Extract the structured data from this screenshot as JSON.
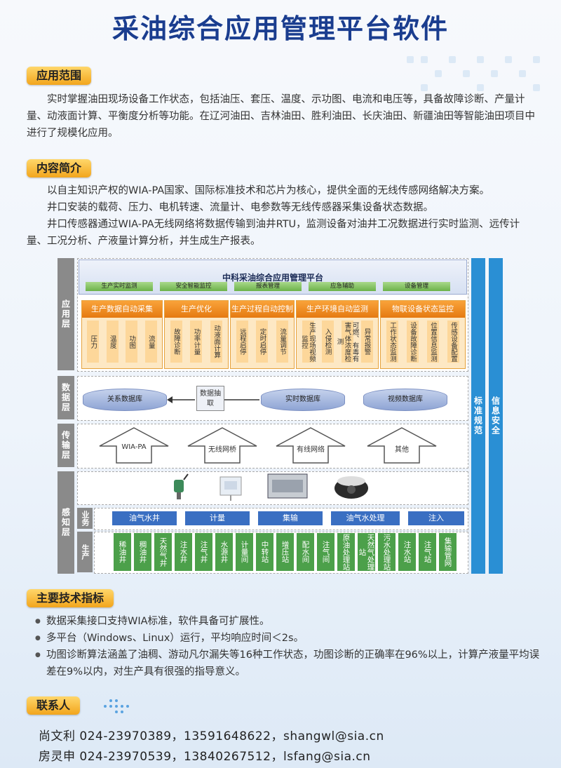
{
  "title": "采油综合应用管理平台软件",
  "sections": {
    "scope": {
      "heading": "应用范围",
      "text": "实时掌握油田现场设备工作状态，包括油压、套压、温度、示功图、电流和电压等，具备故障诊断、产量计量、动液面计算、平衡度分析等功能。在辽河油田、吉林油田、胜利油田、长庆油田、新疆油田等智能油田项目中进行了规模化应用。"
    },
    "intro": {
      "heading": "内容简介",
      "paragraphs": [
        "以自主知识产权的WIA-PA国家、国际标准技术和芯片为核心，提供全面的无线传感网络解决方案。",
        "井口安装的载荷、压力、电机转速、流量计、电参数等无线传感器采集设备状态数据。",
        "井口传感器通过WIA-PA无线网络将数据传输到油井RTU，监测设备对油井工况数据进行实时监测、远传计量、工况分析、产液量计算分析，并生成生产报表。"
      ]
    },
    "tech": {
      "heading": "主要技术指标",
      "items": [
        "数据采集接口支持WIA标准，软件具备可扩展性。",
        "多平台（Windows、Linux）运行，平均响应时间＜2s。",
        "功图诊断算法涵盖了油稠、游动凡尔漏失等16种工作状态，功图诊断的正确率在96%以上，计算产液量平均误差在9%以内，对生产具有很强的指导意义。"
      ]
    },
    "contact": {
      "heading": "联系人",
      "people": [
        "尚文利  024-23970389，13591648622，shangwl@sia.cn",
        "房灵申  024-23970539，13840267512，lsfang@sia.cn"
      ]
    }
  },
  "diagram": {
    "platform_title": "中科采油综合应用管理平台",
    "platform_tabs": [
      "生产实时监测",
      "安全智能监控",
      "报表管理",
      "应急辅助",
      "设备管理"
    ],
    "layers": {
      "app": "应用层",
      "data": "数据层",
      "transport": "传输层",
      "sensing": "感知层",
      "business": "业务",
      "production": "生产"
    },
    "right_bars": [
      "标准规范",
      "信息安全"
    ],
    "app_groups": [
      {
        "title": "生产数据自动采集",
        "items": [
          "压力",
          "温度",
          "功图",
          "流量"
        ]
      },
      {
        "title": "生产优化",
        "items": [
          "故障诊断",
          "功率计量",
          "动液面计算"
        ]
      },
      {
        "title": "生产过程自动控制",
        "items": [
          "远程启停",
          "定时启停",
          "流量调节"
        ]
      },
      {
        "title": "生产环境自动监测",
        "items": [
          "生产现场视频监控",
          "入侵检测",
          "可燃、有毒有害气体浓度检测",
          "异常报警"
        ]
      },
      {
        "title": "物联设备状态监控",
        "items": [
          "工作状态监测",
          "设备故障诊断",
          "位置信息监测",
          "传感设备配置"
        ]
      }
    ],
    "databases": {
      "relational": "关系数据库",
      "extract": "数据抽取",
      "realtime": "实时数据库",
      "video": "视频数据库"
    },
    "transport_items": [
      "WIA-PA",
      "无线网桥",
      "有线网络",
      "其他"
    ],
    "business_items": [
      "油气水井",
      "计量",
      "集输",
      "油气水处理",
      "注入"
    ],
    "production_items": [
      "稀油井",
      "稠油井",
      "天然气井",
      "注水井",
      "注气井",
      "水源井",
      "计量间",
      "中转站",
      "增压站",
      "配水间",
      "注气间",
      "原油处理站",
      "天然气处理站",
      "污水处理站",
      "注水站",
      "注气站",
      "集输管网"
    ],
    "colors": {
      "orange": "#e57a11",
      "green": "#4ca04a",
      "blue": "#3a6fc2",
      "bar": "#2a8fd4",
      "layer": "#8a8a8a"
    }
  }
}
